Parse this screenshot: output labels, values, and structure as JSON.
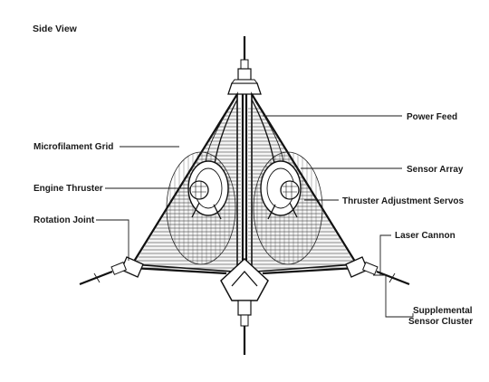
{
  "title": "Side View",
  "labels": {
    "power_feed": "Power Feed",
    "microfilament_grid": "Microfilament Grid",
    "sensor_array": "Sensor Array",
    "engine_thruster": "Engine Thruster",
    "thruster_adjustment_servos": "Thruster Adjustment Servos",
    "rotation_joint": "Rotation Joint",
    "laser_cannon": "Laser Cannon",
    "supplemental_line1": "Supplemental",
    "supplemental_line2": "Sensor Cluster"
  }
}
